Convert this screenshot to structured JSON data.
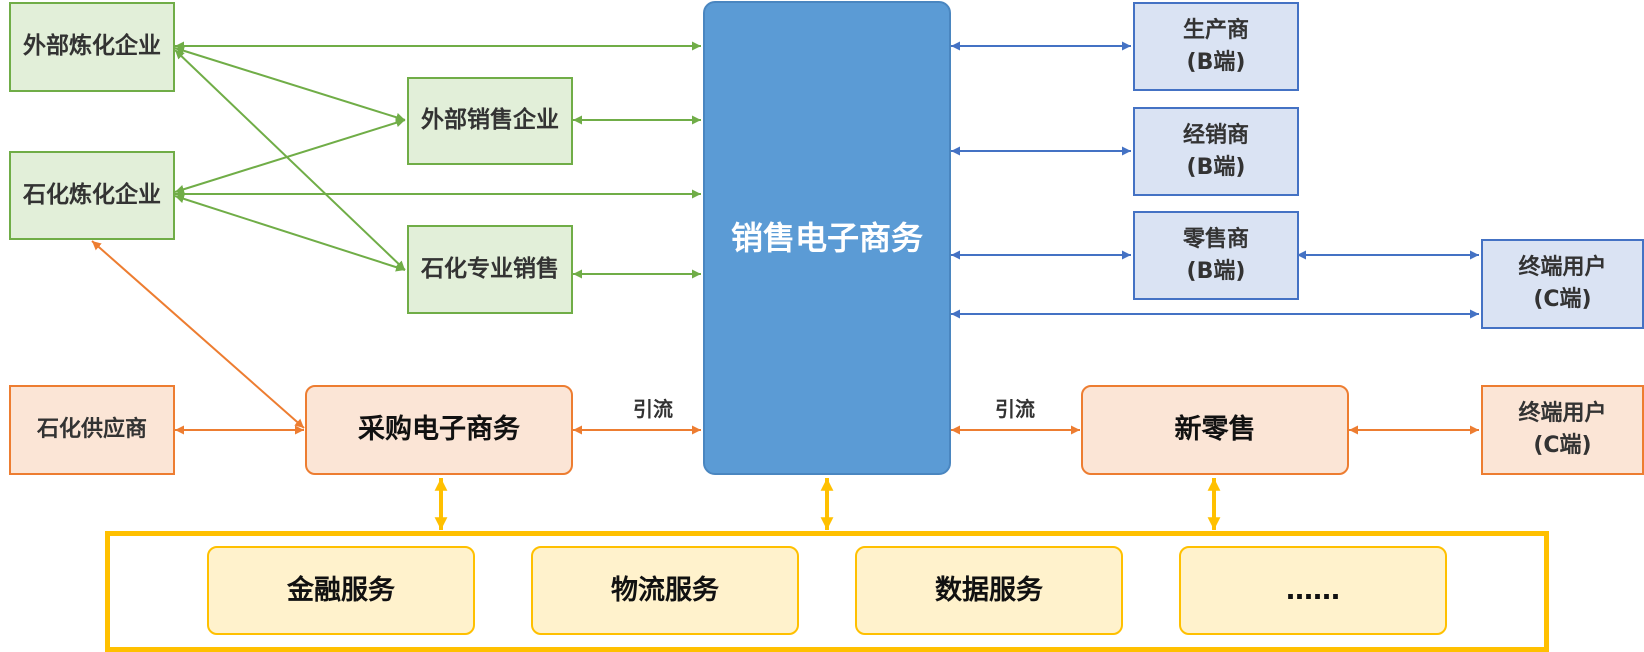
{
  "nodes": {
    "external_refinery": "外部炼化企业",
    "petro_refinery": "石化炼化企业",
    "external_sales": "外部销售企业",
    "petro_sales": "石化专业销售",
    "sales_ecommerce": "销售电子商务",
    "producer": {
      "name": "生产商",
      "tag": "(B端)"
    },
    "distributor": {
      "name": "经销商",
      "tag": "(B端)"
    },
    "retailer": {
      "name": "零售商",
      "tag": "(B端)"
    },
    "end_user_1": {
      "name": "终端用户",
      "tag": "(C端)"
    },
    "petro_supplier": "石化供应商",
    "procurement_ecommerce": "采购电子商务",
    "new_retail": "新零售",
    "end_user_2": {
      "name": "终端用户",
      "tag": "(C端)"
    }
  },
  "flow_labels": {
    "left": "引流",
    "right": "引流"
  },
  "services": [
    "金融服务",
    "物流服务",
    "数据服务",
    "……"
  ],
  "colors": {
    "green": "#70ad47",
    "blue": "#4472c4",
    "orange": "#ed7d31",
    "gold": "#ffc000",
    "core_fill": "#5b9bd5"
  }
}
